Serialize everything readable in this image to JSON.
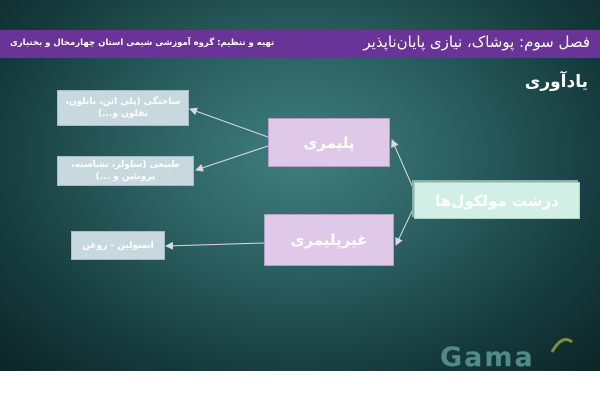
{
  "header": {
    "title": "فصل سوم: پوشاک، نیازی پایان‌ناپذیر",
    "credit": "تهیه و تنظیم: گروه آموزشی شیمی استان چهارمحال و بختیاری"
  },
  "heading": "یادآوری",
  "nodes": {
    "main": "درشت مولکول‌ها",
    "polymer": "پلیمری",
    "non_polymer": "غیرپلیمری",
    "synthetic": "ساختگی (پلی اتن، نایلون، تفلون و...)",
    "natural": "طبیعی (سلولز، نشاسته، پروتئین و ...)",
    "non_polymer_examples": "انسولین - روغن"
  },
  "watermark": "Gama",
  "colors": {
    "header_bar": "#6a3397",
    "background": "#2b5f60",
    "polymer_box": "#e0c8e8",
    "main_box": "#d2efe6",
    "example_box": "#c7d8df"
  }
}
